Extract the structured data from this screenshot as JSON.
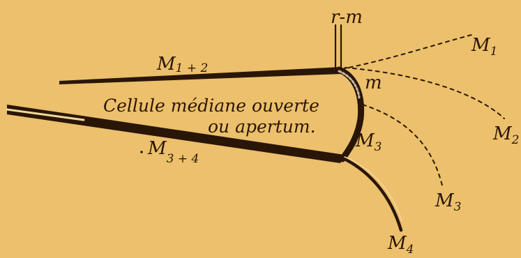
{
  "colors": {
    "paper": "#ecc06c",
    "ink": "#2a1606",
    "vein_fill": "#f3d79a"
  },
  "labels": {
    "rm": "r-m",
    "m": "m",
    "M1": {
      "main": "M",
      "sub": "1"
    },
    "M2": {
      "main": "M",
      "sub": "2"
    },
    "M3_inner": {
      "main": "M",
      "sub": "3"
    },
    "M3_outer": {
      "main": "M",
      "sub": "3"
    },
    "M4": {
      "main": "M",
      "sub": "4"
    },
    "M12": {
      "main": "M",
      "sub": "1 + 2"
    },
    "M34": {
      "main": "M",
      "sub": "3 + 4"
    }
  },
  "caption": {
    "line1": "Cellule médiane ouverte",
    "line2": "ou apertum."
  }
}
